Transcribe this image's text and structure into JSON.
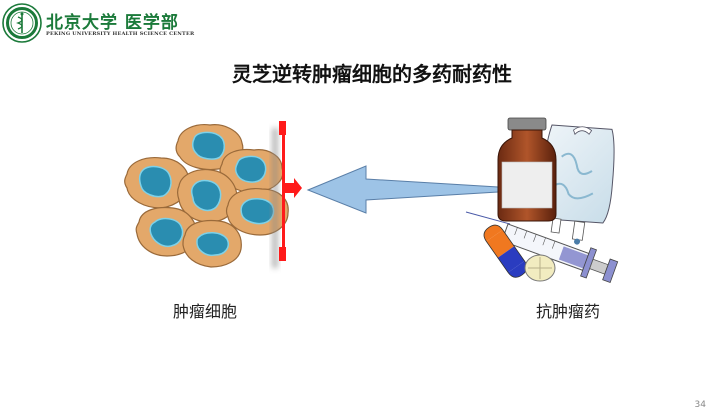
{
  "header": {
    "institution_cn": "北京大学 医学部",
    "institution_en": "PEKING UNIVERSITY HEALTH SCIENCE CENTER",
    "logo_icon": "university-seal-icon",
    "brand_color": "#1b7a3a"
  },
  "slide": {
    "title": "灵芝逆转肿瘤细胞的多药耐药性",
    "left_label": "肿瘤细胞",
    "right_label": "抗肿瘤药",
    "page_number": "34"
  },
  "diagram": {
    "cells_icon": "tumor-cells-icon",
    "barrier_icon": "membrane-pump-barrier-icon",
    "arrow_icon": "left-arrow-icon",
    "drugs_icon": "medicine-collection-icon",
    "colors": {
      "cell_body": "#e3a86a",
      "cell_outline": "#9a6a3a",
      "nucleus": "#2a8db0",
      "barrier": "#ff1a1a",
      "arrow_fill": "#9dc3e6",
      "arrow_stroke": "#5a7fa8"
    }
  }
}
